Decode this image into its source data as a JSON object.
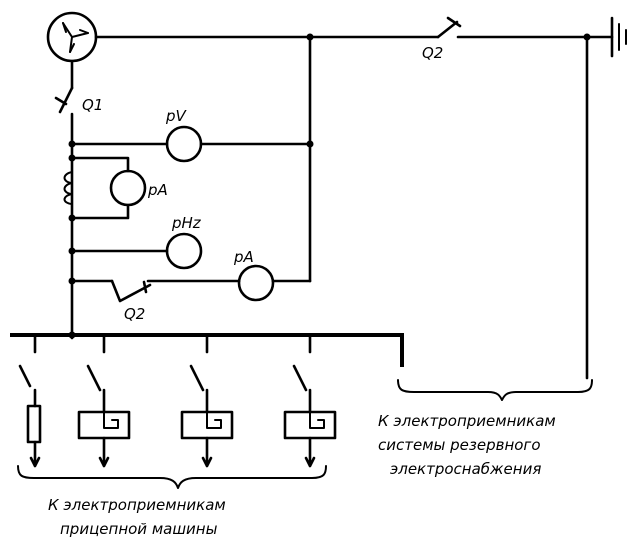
{
  "labels": {
    "q1": "Q1",
    "q2_line": "Q2",
    "q2_bus": "Q2",
    "voltmeter": "pV",
    "ammeter_ct": "pA",
    "frequency": "pHz",
    "ammeter_ground": "pA"
  },
  "captions": {
    "trailer_line1": "К электроприемникам",
    "trailer_line2": "прицепной машины",
    "reserve_line1": "К электроприемникам",
    "reserve_line2": "системы резервного",
    "reserve_line3": "электроснабжения"
  }
}
